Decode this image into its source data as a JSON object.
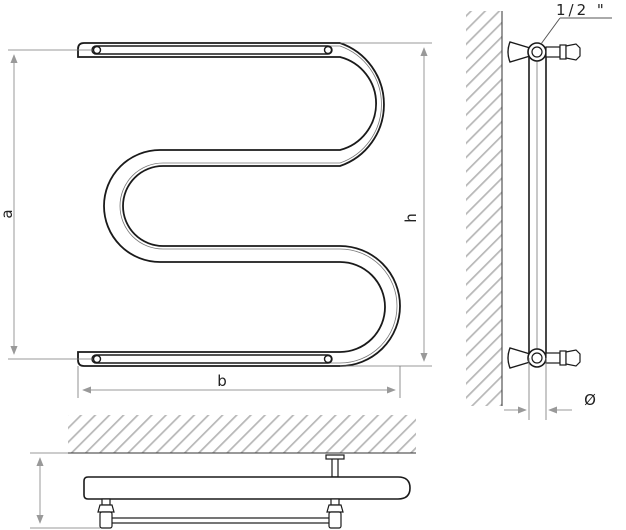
{
  "drawing": {
    "label_a": "a",
    "label_b": "b",
    "label_h": "h",
    "label_thread": "1/2 \"",
    "label_diameter": "Ø"
  }
}
